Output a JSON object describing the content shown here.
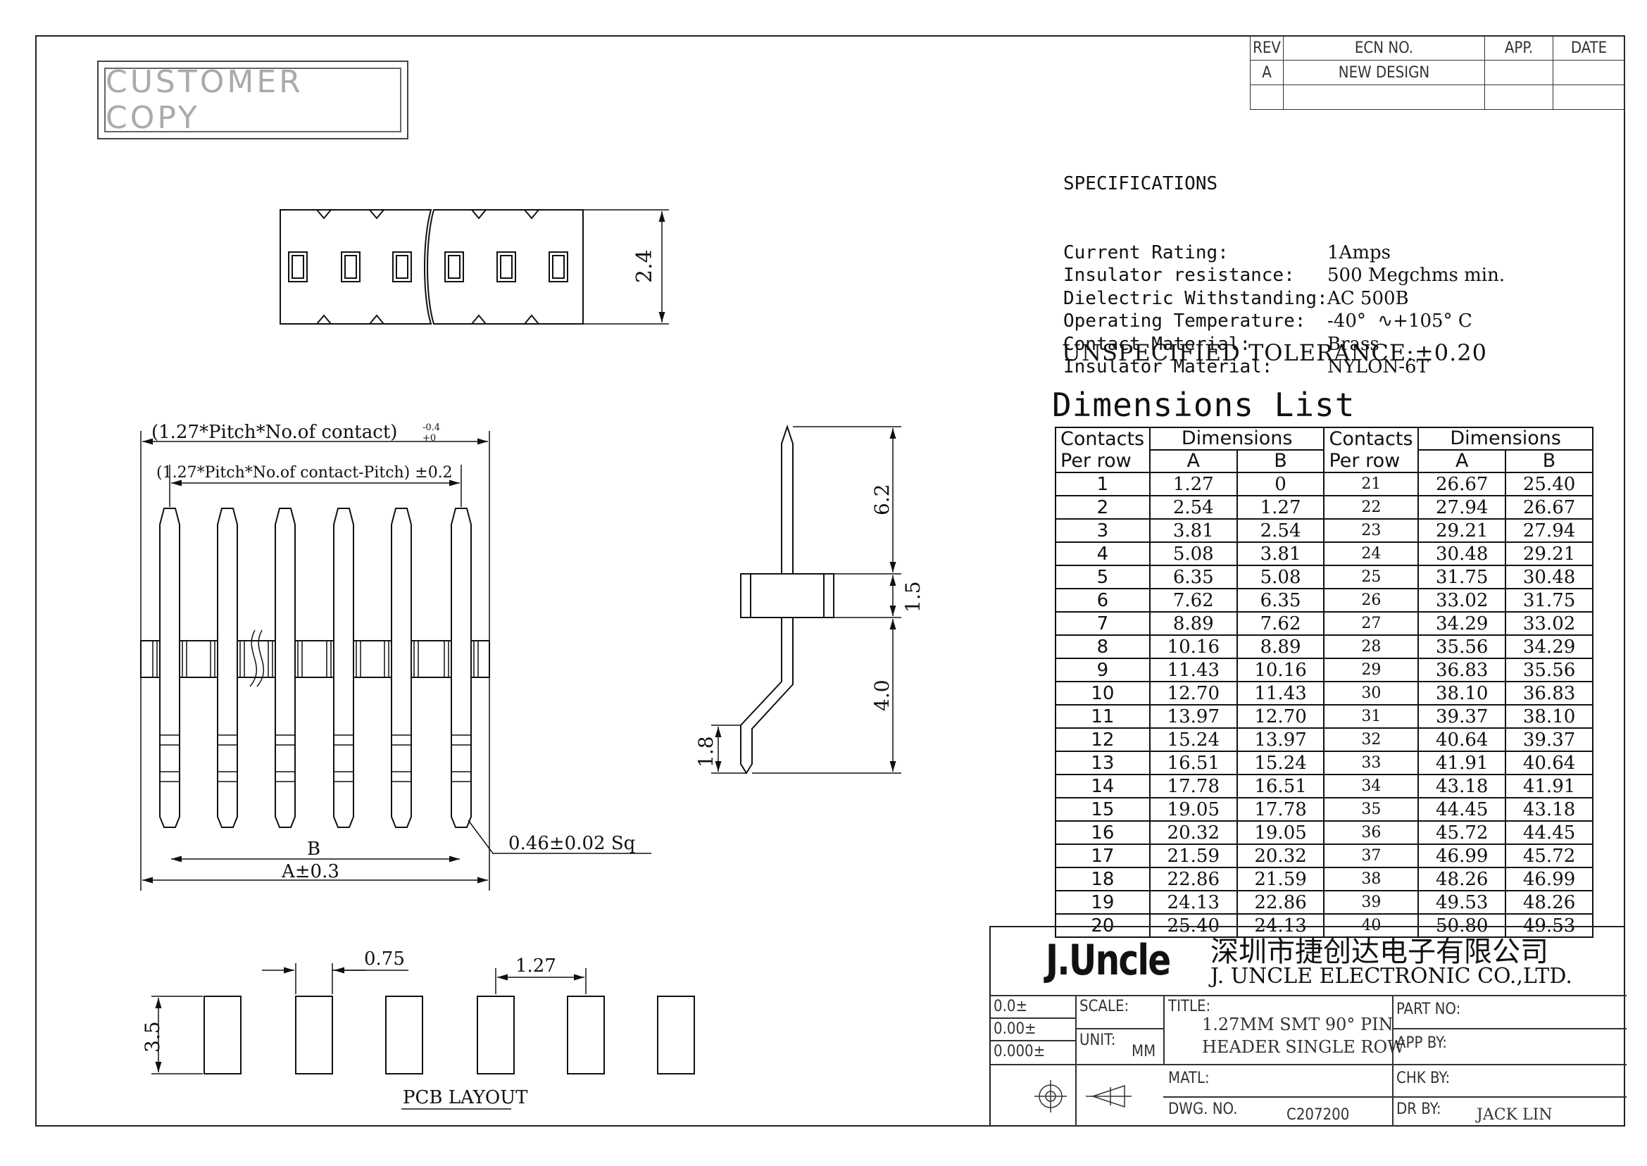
{
  "stamp": {
    "text": "CUSTOMER COPY"
  },
  "revision_table": {
    "headers": [
      "REV",
      "ECN NO.",
      "APP.",
      "DATE"
    ],
    "rows": [
      [
        "A",
        "NEW DESIGN",
        "",
        ""
      ],
      [
        "",
        "",
        "",
        ""
      ]
    ]
  },
  "specifications": {
    "title": "SPECIFICATIONS",
    "items": [
      {
        "label": "Current Rating:",
        "value": "1Amps"
      },
      {
        "label": "Insulator resistance:",
        "value": "500 Megchms min."
      },
      {
        "label": "Dielectric Withstanding:",
        "value": "AC 500B"
      },
      {
        "label": "Operating Temperature:",
        "value": "-40°  ∿+105° C"
      },
      {
        "label": "Contact Material:",
        "value": "Brass"
      },
      {
        "label": "Insulator Material:",
        "value": "NYLON-6T"
      }
    ]
  },
  "tolerance": "UNSPECIFIED TOLERANCE:±0.20",
  "dimensions_list": {
    "title": "Dimensions List",
    "headers": {
      "contacts": "Contacts",
      "per_row": "Per row",
      "dimensions": "Dimensions",
      "a": "A",
      "b": "B"
    },
    "rows_left": [
      [
        "1",
        "1.27",
        "0"
      ],
      [
        "2",
        "2.54",
        "1.27"
      ],
      [
        "3",
        "3.81",
        "2.54"
      ],
      [
        "4",
        "5.08",
        "3.81"
      ],
      [
        "5",
        "6.35",
        "5.08"
      ],
      [
        "6",
        "7.62",
        "6.35"
      ],
      [
        "7",
        "8.89",
        "7.62"
      ],
      [
        "8",
        "10.16",
        "8.89"
      ],
      [
        "9",
        "11.43",
        "10.16"
      ],
      [
        "10",
        "12.70",
        "11.43"
      ],
      [
        "11",
        "13.97",
        "12.70"
      ],
      [
        "12",
        "15.24",
        "13.97"
      ],
      [
        "13",
        "16.51",
        "15.24"
      ],
      [
        "14",
        "17.78",
        "16.51"
      ],
      [
        "15",
        "19.05",
        "17.78"
      ],
      [
        "16",
        "20.32",
        "19.05"
      ],
      [
        "17",
        "21.59",
        "20.32"
      ],
      [
        "18",
        "22.86",
        "21.59"
      ],
      [
        "19",
        "24.13",
        "22.86"
      ],
      [
        "20",
        "25.40",
        "24.13"
      ]
    ],
    "rows_right": [
      [
        "21",
        "26.67",
        "25.40"
      ],
      [
        "22",
        "27.94",
        "26.67"
      ],
      [
        "23",
        "29.21",
        "27.94"
      ],
      [
        "24",
        "30.48",
        "29.21"
      ],
      [
        "25",
        "31.75",
        "30.48"
      ],
      [
        "26",
        "33.02",
        "31.75"
      ],
      [
        "27",
        "34.29",
        "33.02"
      ],
      [
        "28",
        "35.56",
        "34.29"
      ],
      [
        "29",
        "36.83",
        "35.56"
      ],
      [
        "30",
        "38.10",
        "36.83"
      ],
      [
        "31",
        "39.37",
        "38.10"
      ],
      [
        "32",
        "40.64",
        "39.37"
      ],
      [
        "33",
        "41.91",
        "40.64"
      ],
      [
        "34",
        "43.18",
        "41.91"
      ],
      [
        "35",
        "44.45",
        "43.18"
      ],
      [
        "36",
        "45.72",
        "44.45"
      ],
      [
        "37",
        "46.99",
        "45.72"
      ],
      [
        "38",
        "48.26",
        "46.99"
      ],
      [
        "39",
        "49.53",
        "48.26"
      ],
      [
        "40",
        "50.80",
        "49.53"
      ]
    ]
  },
  "drawing": {
    "top_view_height": "2.4",
    "front_overall": "(1.27*Pitch*No.of contact)",
    "front_overall_tol_upper": "-0.4",
    "front_overall_tol_lower": "+0",
    "front_inner": "(1.27*Pitch*No.of contact-Pitch) ±0.2",
    "dim_b": "B",
    "dim_a": "A±0.3",
    "pin_size": "0.46±0.02 Sq",
    "side_top": "6.2",
    "side_mid": "1.5",
    "side_bottom": "4.0",
    "side_offset": "1.8",
    "pcb_pad_width": "0.75",
    "pcb_pitch": "1.27",
    "pcb_pad_height": "3.5",
    "pcb_title": "PCB LAYOUT"
  },
  "title_block": {
    "logo": "J.Uncle",
    "company_cn": "深圳市捷创达电子有限公司",
    "company_en": "J. UNCLE ELECTRONIC CO.,LTD.",
    "tol1": "0.0±",
    "tol2": "0.00±",
    "tol3": "0.000±",
    "scale_label": "SCALE:",
    "unit_label": "UNIT:",
    "unit_value": "MM",
    "title_label": "TITLE:",
    "title_line1": "1.27MM SMT 90° PIN",
    "title_line2": "HEADER SINGLE ROW",
    "part_no_label": "PART NO:",
    "app_by_label": "APP BY:",
    "matl_label": "MATL:",
    "chk_by_label": "CHK BY:",
    "dwg_no_label": "DWG. NO.",
    "dwg_no_value": "C207200",
    "dr_by_label": "DR BY:",
    "dr_by_value": "JACK LIN"
  }
}
